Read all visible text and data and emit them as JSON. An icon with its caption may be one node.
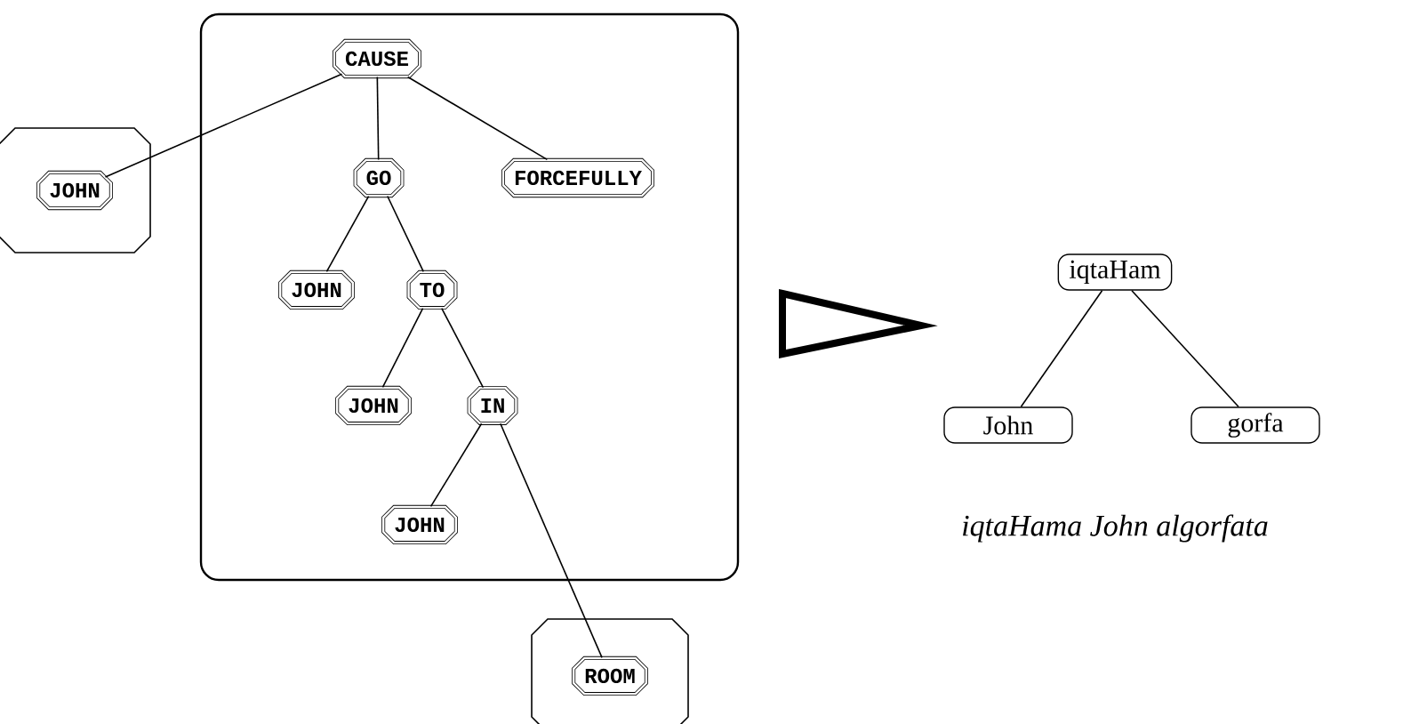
{
  "diagram": {
    "nodes": [
      {
        "text": [],
        "shape": "box"
      },
      {
        "text": [
          "CAUSE"
        ],
        "in": 0
      },
      {
        "text": [
          "JOHN"
        ]
      },
      {
        "text": [
          "GO"
        ],
        "in": 0
      },
      {
        "text": [
          "FORCEFULLY"
        ],
        "in": 0
      },
      {
        "text": [
          "JOHN"
        ],
        "in": 0
      },
      {
        "text": [
          "TO"
        ],
        "in": 0
      },
      {
        "text": [
          "JOHN"
        ],
        "in": 0
      },
      {
        "text": [
          "IN"
        ],
        "in": 0
      },
      {
        "text": [
          "JOHN"
        ],
        "in": 0
      },
      {
        "text": [
          "ROOM"
        ]
      },
      {
        "text": [
          "iqtaHam"
        ]
      },
      {
        "text": [
          "John"
        ]
      },
      {
        "text": [
          "gorfa"
        ]
      }
    ],
    "edges": [
      {
        "from": 1,
        "to": 2,
        "arrow": "none"
      },
      {
        "from": 1,
        "to": 3,
        "arrow": "none"
      },
      {
        "from": 1,
        "to": 4,
        "arrow": "none"
      },
      {
        "from": 3,
        "to": 5,
        "arrow": "none"
      },
      {
        "from": 3,
        "to": 6,
        "arrow": "none"
      },
      {
        "from": 6,
        "to": 7,
        "arrow": "none"
      },
      {
        "from": 6,
        "to": 8,
        "arrow": "none"
      },
      {
        "from": 8,
        "to": 9,
        "arrow": "none"
      },
      {
        "from": 8,
        "to": 10,
        "arrow": "none"
      },
      {
        "from": 11,
        "to": 12,
        "arrow": "none"
      },
      {
        "from": 11,
        "to": 13,
        "arrow": "none"
      }
    ],
    "labels": [
      "iqtaHama John algorfata"
    ]
  }
}
